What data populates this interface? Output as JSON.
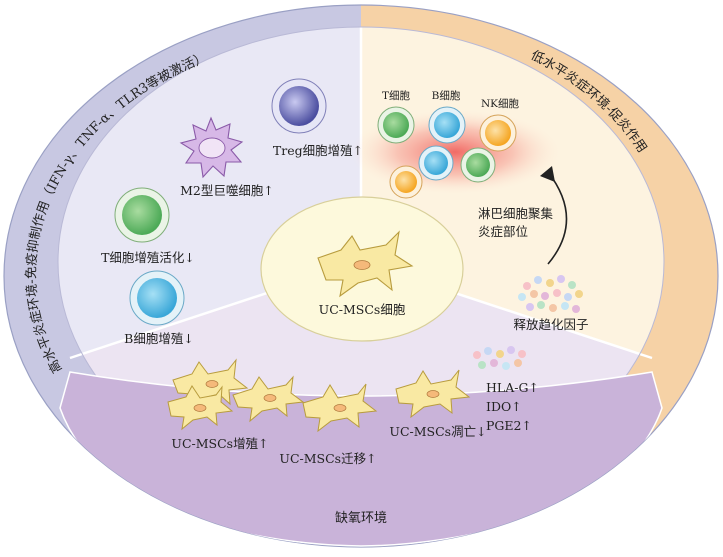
{
  "center": {
    "label": "UC-MSCs细胞"
  },
  "sectors": {
    "left": {
      "arc_title": "高水平炎症环境-免疫抑制作用（IFN-γ、TNF-α、TLR3等被激活）",
      "labels": {
        "treg": "Treg细胞增殖↑",
        "m2": "M2型巨噬细胞↑",
        "t_cell": "T细胞增殖活化↓",
        "b_cell": "B细胞增殖↓"
      }
    },
    "right": {
      "arc_title": "低水平炎症环境-促炎作用",
      "cell_labels": {
        "t": "T细胞",
        "b": "B细胞",
        "nk": "NK细胞"
      },
      "lymph_line1": "淋巴细胞聚集",
      "lymph_line2": "炎症部位",
      "chemokine_label": "释放趋化因子"
    },
    "bottom": {
      "labels": {
        "proliferation": "UC-MSCs增殖↑",
        "migration": "UC-MSCs迁移↑",
        "apoptosis": "UC-MSCs凋亡↓"
      },
      "factors": [
        "HLA-G↑",
        "IDO↑",
        "PGE2↑"
      ]
    }
  },
  "hypoxia": {
    "label": "缺氧环境"
  },
  "colors": {
    "outer_left": "#c8c8e2",
    "outer_right": "#f6d2a6",
    "inner_left": "#e9e8f5",
    "inner_right": "#fdf3e0",
    "bottom_sector": "#ece4f2",
    "hypoxia_band": "#c9b3d9",
    "center_fill": "#fdf9dc",
    "msc_fill": "#f9e9a3",
    "inflammation": "#ef5350"
  }
}
